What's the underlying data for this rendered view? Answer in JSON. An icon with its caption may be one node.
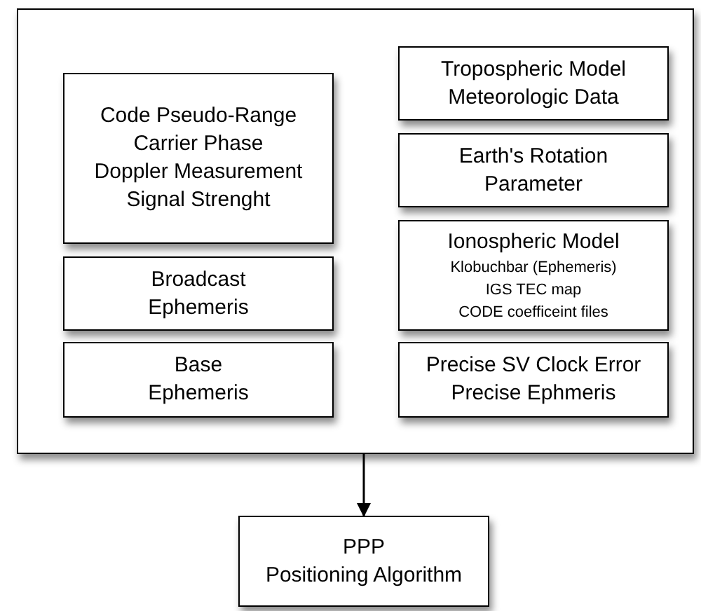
{
  "diagram": {
    "nodes": [
      {
        "text": [],
        "shape": "box"
      },
      {
        "text": [
          "Code Pseudo-Range",
          "Carrier Phase",
          "Doppler Measurement",
          "Signal Strenght"
        ],
        "in": 0
      },
      {
        "text": [
          "Broadcast Ephemeris"
        ],
        "in": 0
      },
      {
        "text": [
          "Base Ephemeris"
        ],
        "in": 0
      },
      {
        "text": [
          "Tropospheric Model",
          "Meteorologic Data"
        ],
        "in": 0
      },
      {
        "text": [
          "Earth's Rotation Parameter"
        ],
        "in": 0
      },
      {
        "text": [
          "Ionospheric Model",
          "Klobuchbar (Ephemeris)",
          "IGS TEC map",
          "CODE coefficeint files"
        ],
        "in": 0
      },
      {
        "text": [
          "Precise SV Clock Error",
          "Precise Ephmeris"
        ],
        "in": 0
      },
      {
        "text": [
          "PPP",
          "Positioning Algorithm"
        ]
      }
    ],
    "edges": [
      {
        "from": 0,
        "to": 8,
        "arrow": "to"
      }
    ]
  }
}
